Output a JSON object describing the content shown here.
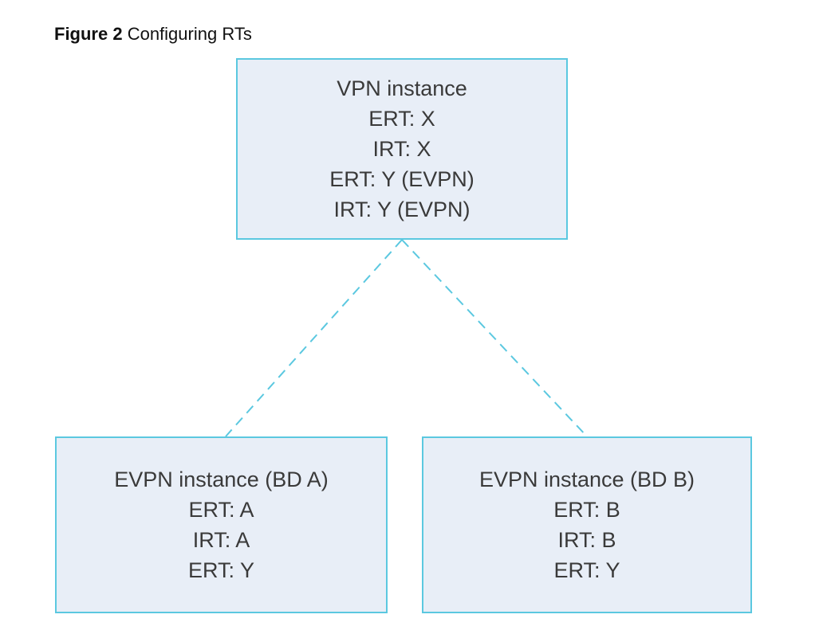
{
  "caption": {
    "number": "Figure 2",
    "text": "Configuring RTs"
  },
  "colors": {
    "box_fill": "#e8eef7",
    "box_border": "#5bc8e0",
    "connector": "#5bc8e0",
    "text": "#3a3a3a"
  },
  "nodes": {
    "vpn": {
      "title": "VPN instance",
      "lines": [
        "ERT: X",
        "IRT: X",
        "ERT: Y (EVPN)",
        "IRT: Y (EVPN)"
      ]
    },
    "bd_a": {
      "title": "EVPN instance (BD A)",
      "lines": [
        "ERT: A",
        "IRT: A",
        "ERT: Y"
      ]
    },
    "bd_b": {
      "title": "EVPN instance (BD B)",
      "lines": [
        "ERT: B",
        "IRT: B",
        "ERT: Y"
      ]
    }
  },
  "edges": [
    {
      "from": "vpn",
      "to": "bd_a",
      "style": "dashed"
    },
    {
      "from": "vpn",
      "to": "bd_b",
      "style": "dashed"
    }
  ]
}
